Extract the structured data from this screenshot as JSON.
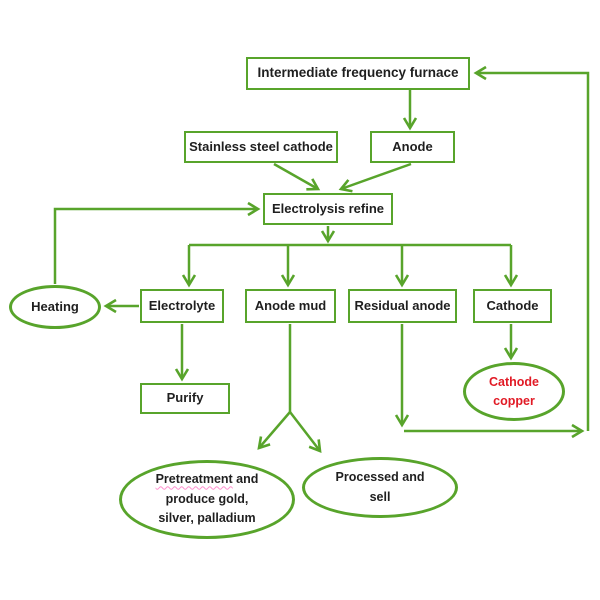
{
  "colors": {
    "line_green": "#58a42b",
    "text_black": "#1f1f1f",
    "highlight_red": "#e11a25",
    "spellcheck_pink": "#ff8fcf"
  },
  "nodes": {
    "furnace": {
      "label": "Intermediate frequency furnace",
      "shape": "rect"
    },
    "stainless_cathode": {
      "label": "Stainless steel cathode",
      "shape": "rect"
    },
    "anode": {
      "label": "Anode",
      "shape": "rect"
    },
    "electrolysis_refine": {
      "label": "Electrolysis refine",
      "shape": "rect"
    },
    "electrolyte": {
      "label": "Electrolyte",
      "shape": "rect"
    },
    "anode_mud": {
      "label": "Anode mud",
      "shape": "rect"
    },
    "residual_anode": {
      "label": "Residual anode",
      "shape": "rect"
    },
    "cathode": {
      "label": "Cathode",
      "shape": "rect"
    },
    "purify": {
      "label": "Purify",
      "shape": "rect"
    },
    "heating": {
      "label": "Heating",
      "shape": "ellipse"
    },
    "cathode_copper": {
      "line1": "Cathode",
      "line2": "copper",
      "shape": "ellipse",
      "text_color": "#e11a25"
    },
    "pretreatment": {
      "word": "Pretreatment",
      "line1_rest": " and",
      "line2": "produce gold,",
      "line3": "silver, palladium",
      "shape": "ellipse"
    },
    "processed": {
      "line1": "Processed and",
      "line2": "sell",
      "shape": "ellipse"
    }
  },
  "edges": [
    {
      "from": "furnace",
      "to": "anode"
    },
    {
      "from": "stainless_cathode",
      "to": "electrolysis_refine"
    },
    {
      "from": "anode",
      "to": "electrolysis_refine"
    },
    {
      "from": "electrolysis_refine",
      "to": "electrolyte"
    },
    {
      "from": "electrolysis_refine",
      "to": "anode_mud"
    },
    {
      "from": "electrolysis_refine",
      "to": "residual_anode"
    },
    {
      "from": "electrolysis_refine",
      "to": "cathode"
    },
    {
      "from": "electrolyte",
      "to": "heating"
    },
    {
      "from": "heating",
      "to": "electrolysis_refine"
    },
    {
      "from": "electrolyte",
      "to": "purify"
    },
    {
      "from": "anode_mud",
      "to": "pretreatment"
    },
    {
      "from": "anode_mud",
      "to": "processed"
    },
    {
      "from": "residual_anode",
      "to": "furnace"
    },
    {
      "from": "cathode",
      "to": "cathode_copper"
    }
  ]
}
